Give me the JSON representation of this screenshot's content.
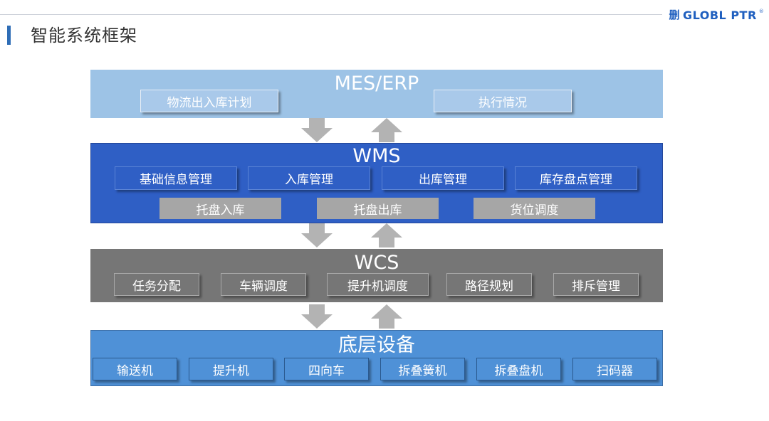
{
  "page": {
    "title": "智能系统框架"
  },
  "logo": {
    "mark": "删",
    "text": "GLOBL PTR",
    "reg": "®"
  },
  "layers": {
    "mes": {
      "title": "MES/ERP",
      "items": [
        "物流出入库计划",
        "执行情况"
      ]
    },
    "wms": {
      "title": "WMS",
      "items": [
        "基础信息管理",
        "入库管理",
        "出库管理",
        "库存盘点管理"
      ],
      "sub_items": [
        "托盘入库",
        "托盘出库",
        "货位调度"
      ]
    },
    "wcs": {
      "title": "WCS",
      "items": [
        "任务分配",
        "车辆调度",
        "提升机调度",
        "路径规划",
        "排斥管理"
      ]
    },
    "devices": {
      "title": "底层设备",
      "items": [
        "输送机",
        "提升机",
        "四向车",
        "拆叠簧机",
        "拆叠盘机",
        "扫码器"
      ]
    }
  },
  "colors": {
    "mes_bg": "#9dc3e6",
    "wms_bg": "#2f5fc5",
    "wcs_bg": "#767676",
    "devices_bg": "#4f91d7",
    "arrow": "#b3b3b3",
    "title_accent": "#2e6db6"
  }
}
